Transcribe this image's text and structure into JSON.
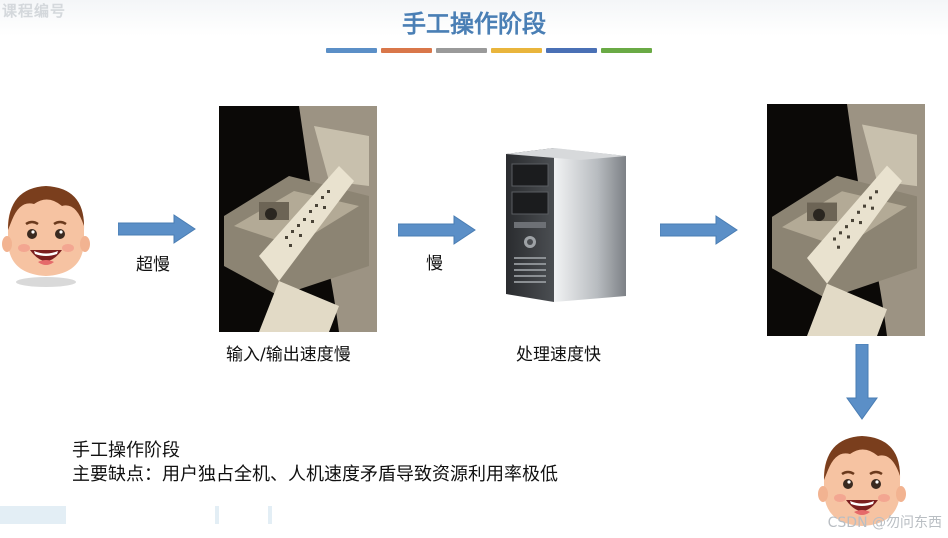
{
  "header": {
    "logo_text": "课程编号",
    "title": "手工操作阶段"
  },
  "color_bars": [
    "#5b8fc7",
    "#d9774a",
    "#9a9a9a",
    "#e9b53c",
    "#4a70b5",
    "#6aaa45"
  ],
  "flow": {
    "label_user_to_io": "超慢",
    "caption_io": "输入/输出速度慢",
    "label_io_to_cpu": "慢",
    "caption_cpu": "处理速度快"
  },
  "note": {
    "line1": "手工操作阶段",
    "line2": "主要缺点：用户独占全机、人机速度矛盾导致资源利用率极低"
  },
  "watermark": "CSDN @勿问东西",
  "icons": [
    "user-face-icon",
    "right-arrow-icon",
    "down-arrow-icon",
    "computer-tower-icon",
    "punched-tape-machine-image"
  ]
}
